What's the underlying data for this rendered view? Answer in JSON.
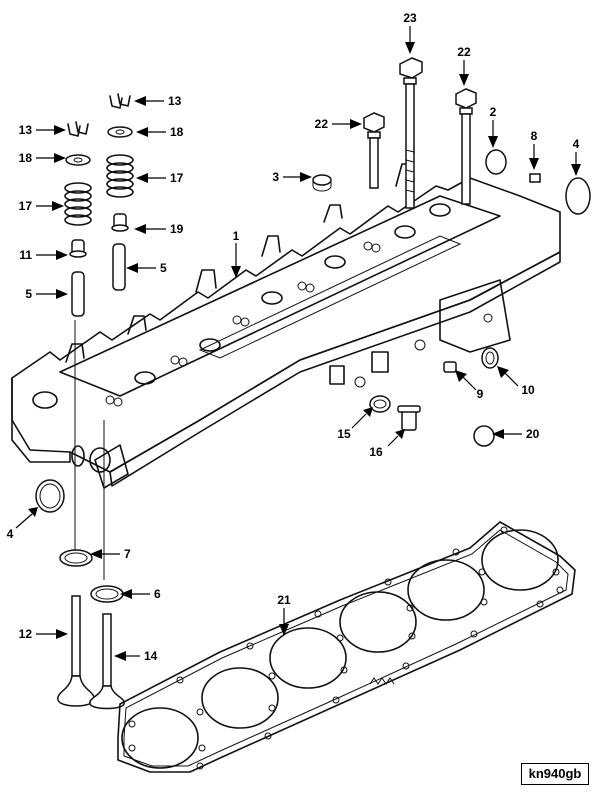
{
  "diagram": {
    "reference_code": "kn940gb",
    "callouts": [
      {
        "id": "c1",
        "text": "1"
      },
      {
        "id": "c2",
        "text": "2"
      },
      {
        "id": "c3",
        "text": "3"
      },
      {
        "id": "c4a",
        "text": "4"
      },
      {
        "id": "c4b",
        "text": "4"
      },
      {
        "id": "c5a",
        "text": "5"
      },
      {
        "id": "c5b",
        "text": "5"
      },
      {
        "id": "c6",
        "text": "6"
      },
      {
        "id": "c7",
        "text": "7"
      },
      {
        "id": "c8",
        "text": "8"
      },
      {
        "id": "c9",
        "text": "9"
      },
      {
        "id": "c10",
        "text": "10"
      },
      {
        "id": "c11",
        "text": "11"
      },
      {
        "id": "c12",
        "text": "12"
      },
      {
        "id": "c13a",
        "text": "13"
      },
      {
        "id": "c13b",
        "text": "13"
      },
      {
        "id": "c14",
        "text": "14"
      },
      {
        "id": "c15",
        "text": "15"
      },
      {
        "id": "c16",
        "text": "16"
      },
      {
        "id": "c17a",
        "text": "17"
      },
      {
        "id": "c17b",
        "text": "17"
      },
      {
        "id": "c18a",
        "text": "18"
      },
      {
        "id": "c18b",
        "text": "18"
      },
      {
        "id": "c19",
        "text": "19"
      },
      {
        "id": "c20",
        "text": "20"
      },
      {
        "id": "c21",
        "text": "21"
      },
      {
        "id": "c22a",
        "text": "22"
      },
      {
        "id": "c22b",
        "text": "22"
      },
      {
        "id": "c23",
        "text": "23"
      }
    ]
  }
}
